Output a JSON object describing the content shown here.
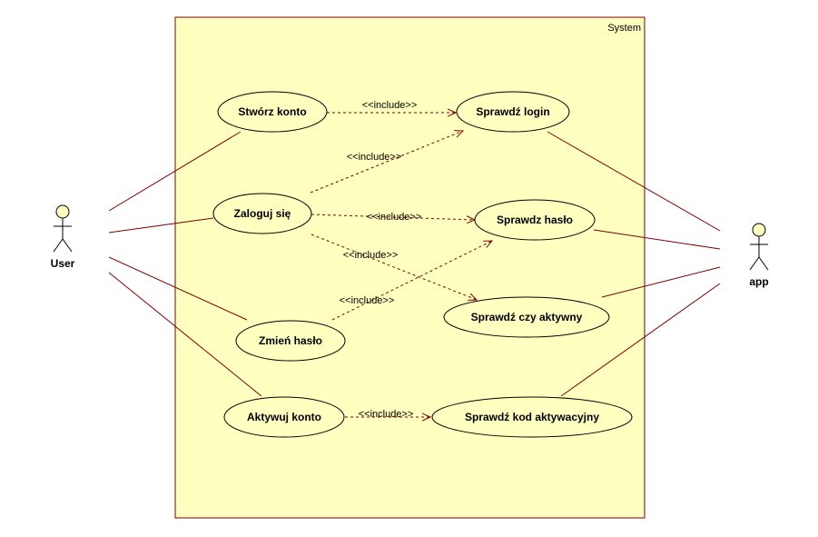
{
  "diagram": {
    "system_label": "System",
    "actors": {
      "user": "User",
      "app": "app"
    },
    "use_cases": {
      "stworz_konto": "Stwórz konto",
      "zaloguj": "Zaloguj się",
      "zmien_haslo": "Zmień hasło",
      "aktywuj_konto": "Aktywuj konto",
      "sprawdz_login": "Sprawdź login",
      "sprawdz_haslo": "Sprawdz hasło",
      "sprawdz_aktywny": "Sprawdź czy aktywny",
      "sprawdz_kod": "Sprawdź kod aktywacyjny"
    },
    "include_label": "<<include>>",
    "colors": {
      "system_fill": "#ffffc0",
      "border": "#800000",
      "line": "#800000"
    }
  }
}
